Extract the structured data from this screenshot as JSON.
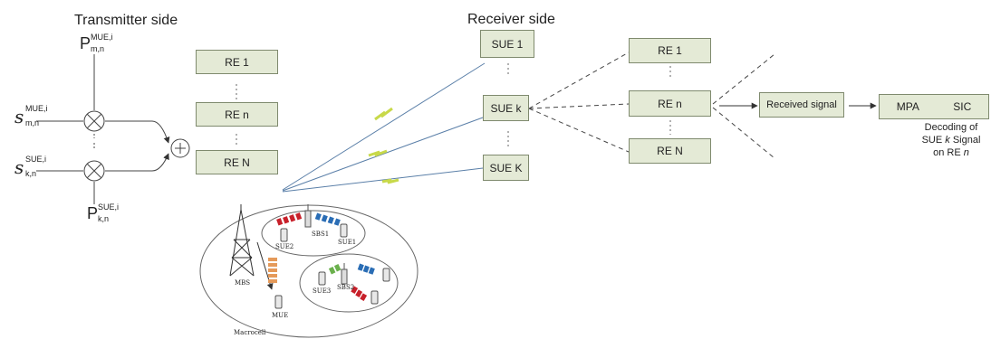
{
  "transmitter": {
    "heading": "Transmitter side",
    "s_mue": {
      "base": "s",
      "sup": "MUE,i",
      "sub": "m,n"
    },
    "s_sue": {
      "base": "s",
      "sup": "SUE,i",
      "sub": "k,n"
    },
    "p_mue": {
      "base": "P",
      "sup": "MUE,i",
      "sub": "m,n"
    },
    "p_sue": {
      "base": "P",
      "sup": "SUE,i",
      "sub": "k,n"
    },
    "re_boxes": [
      "RE 1",
      "RE n",
      "RE N"
    ]
  },
  "receiver": {
    "heading": "Receiver side",
    "sue_boxes": [
      "SUE  1",
      "SUE k",
      "SUE K"
    ],
    "re_boxes": [
      "RE 1",
      "RE n",
      "RE N"
    ],
    "received_signal": "Received signal",
    "decoder": {
      "mpa": "MPA",
      "sic": "SIC"
    },
    "decoding_note": {
      "line1": "Decoding of",
      "line2_prefix": "SUE ",
      "line2_k": "k",
      "line2_suffix": " Signal",
      "line3_prefix": "on RE ",
      "line3_n": "n"
    }
  },
  "network": {
    "macrocell": "Macrocell",
    "mbs": "MBS",
    "mue": "MUE",
    "sbs1": "SBS1",
    "sbs2": "SBS2",
    "sue1": "SUE1",
    "sue2": "SUE2",
    "sue3": "SUE3"
  },
  "colors": {
    "box_fill": "#e4ead6",
    "box_border": "#7f8a6e",
    "lightning": "#c8d94a",
    "link_blue": "#5a7fa8",
    "mue_blocks": "#e59a5a",
    "sue2_blocks": "#c8202a",
    "sue1_blocks": "#2a6db5",
    "sue3_blocks": "#6ab04c"
  }
}
